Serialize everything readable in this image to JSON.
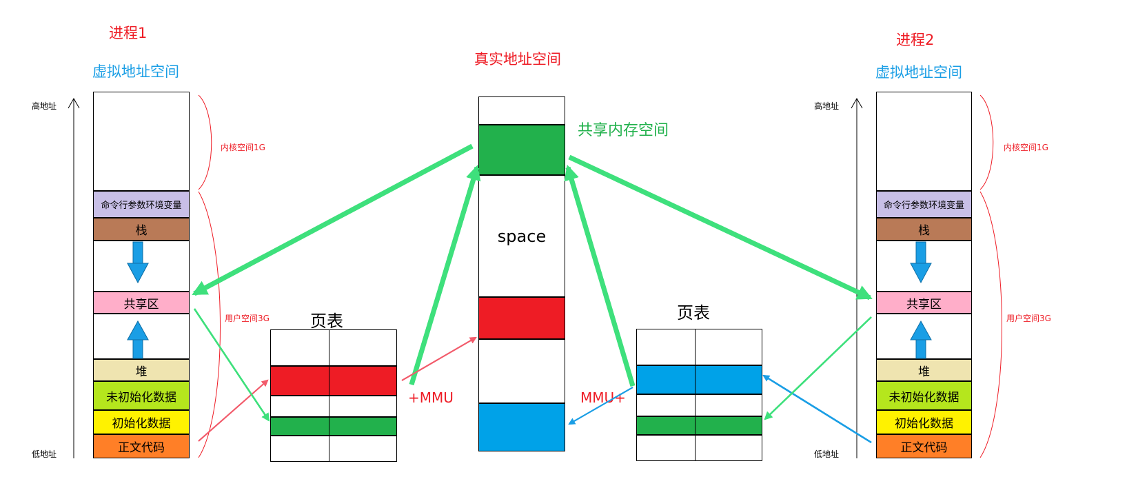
{
  "process1": {
    "title": "进程1",
    "space_title": "虚拟地址空间",
    "high_addr": "高地址",
    "low_addr": "低地址",
    "kernel": "内核空间1G",
    "user": "用户空间3G",
    "segments": {
      "env": "命令行参数环境变量",
      "stack": "栈",
      "shared": "共享区",
      "heap": "堆",
      "bss": "未初始化数据",
      "data": "初始化数据",
      "text": "正文代码"
    }
  },
  "process2": {
    "title": "进程2",
    "space_title": "虚拟地址空间",
    "high_addr": "高地址",
    "low_addr": "低地址",
    "kernel": "内核空间1G",
    "user": "用户空间3G",
    "segments": {
      "env": "命令行参数环境变量",
      "stack": "栈",
      "shared": "共享区",
      "heap": "堆",
      "bss": "未初始化数据",
      "data": "初始化数据",
      "text": "正文代码"
    }
  },
  "physical": {
    "title": "真实地址空间",
    "shared_label": "共享内存空间",
    "space_label": "space"
  },
  "page_table_left": {
    "title": "页表",
    "mmu": "+MMU"
  },
  "page_table_right": {
    "title": "页表",
    "mmu": "MMU+"
  },
  "colors": {
    "red": "#ee1c25",
    "blue_text": "#1a9ee5",
    "green": "#22b14c",
    "env": "#c8bfe7",
    "stack": "#b97a57",
    "shared": "#ffaec9",
    "heap": "#efe4b0",
    "bss": "#b5e61d",
    "data": "#fff200",
    "text": "#ff7f27",
    "blue_block": "#00a2e8"
  }
}
